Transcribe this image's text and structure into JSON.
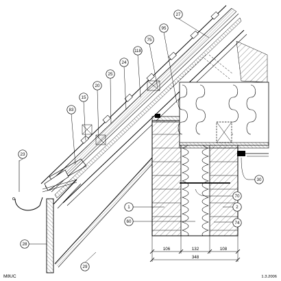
{
  "drawing": {
    "code": "M8UC",
    "date": "1.3.2006"
  },
  "dimensions": {
    "segments": [
      "106",
      "132",
      "108"
    ],
    "total": "348"
  },
  "callouts": {
    "c27": "27",
    "c95": "95",
    "c75": "75",
    "c118": "118",
    "c24": "24",
    "c25": "25",
    "c20": "20",
    "c15": "15",
    "c83": "83",
    "c23": "23",
    "c28": "28",
    "c29": "29",
    "c1": "1",
    "c60": "60",
    "c2": "2",
    "c74": "74",
    "c70": "70",
    "c30": "30"
  }
}
